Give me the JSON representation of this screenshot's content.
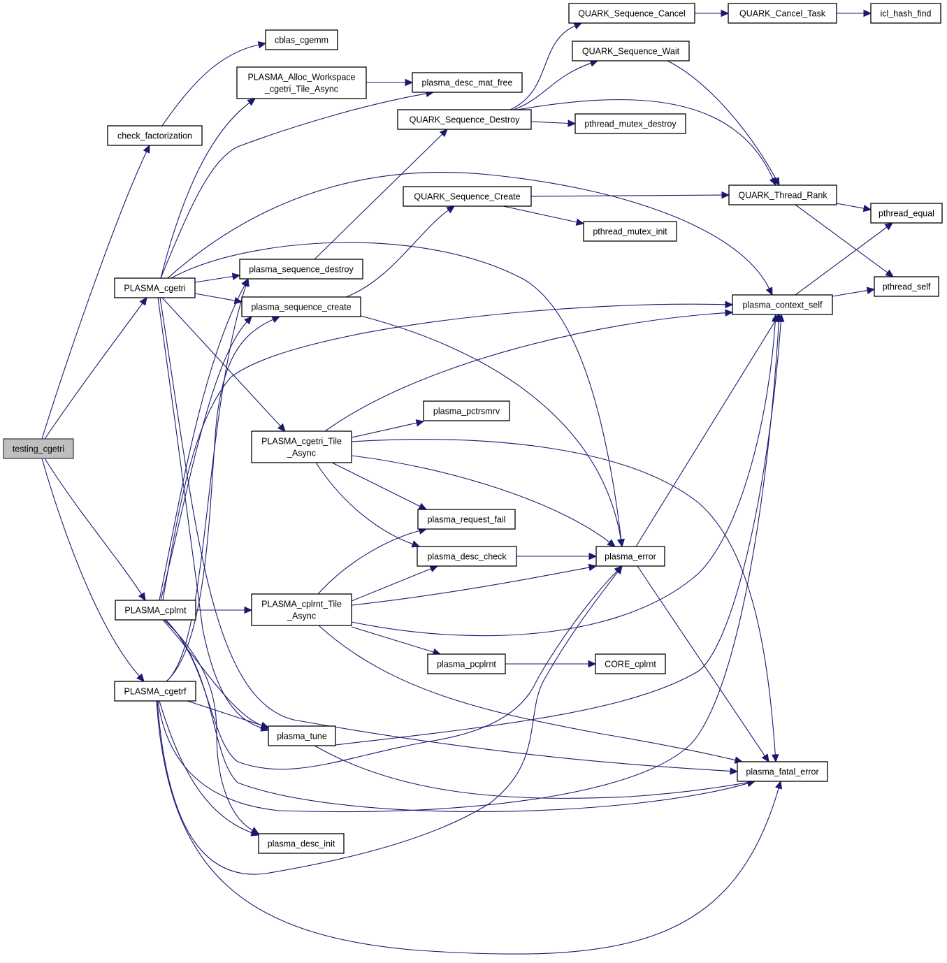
{
  "diagram": {
    "type": "call-graph",
    "root": "testing_cgetri",
    "colors": {
      "edge": "#191970",
      "root_fill": "#bfbfbf",
      "node_fill": "#ffffff",
      "node_border": "#000000"
    },
    "nodes": [
      {
        "id": "testing_cgetri",
        "lines": [
          "testing_cgetri"
        ],
        "root": true
      },
      {
        "id": "check_factorization",
        "lines": [
          "check_factorization"
        ]
      },
      {
        "id": "cblas_cgemm",
        "lines": [
          "cblas_cgemm"
        ]
      },
      {
        "id": "PLASMA_Alloc_Workspace_cgetri_Tile_Async",
        "lines": [
          "PLASMA_Alloc_Workspace",
          "_cgetri_Tile_Async"
        ]
      },
      {
        "id": "plasma_desc_mat_free",
        "lines": [
          "plasma_desc_mat_free"
        ]
      },
      {
        "id": "QUARK_Sequence_Cancel",
        "lines": [
          "QUARK_Sequence_Cancel"
        ]
      },
      {
        "id": "QUARK_Cancel_Task",
        "lines": [
          "QUARK_Cancel_Task"
        ]
      },
      {
        "id": "icl_hash_find",
        "lines": [
          "icl_hash_find"
        ]
      },
      {
        "id": "QUARK_Sequence_Wait",
        "lines": [
          "QUARK_Sequence_Wait"
        ]
      },
      {
        "id": "QUARK_Sequence_Destroy",
        "lines": [
          "QUARK_Sequence_Destroy"
        ]
      },
      {
        "id": "pthread_mutex_destroy",
        "lines": [
          "pthread_mutex_destroy"
        ]
      },
      {
        "id": "QUARK_Sequence_Create",
        "lines": [
          "QUARK_Sequence_Create"
        ]
      },
      {
        "id": "QUARK_Thread_Rank",
        "lines": [
          "QUARK_Thread_Rank"
        ]
      },
      {
        "id": "pthread_equal",
        "lines": [
          "pthread_equal"
        ]
      },
      {
        "id": "pthread_mutex_init",
        "lines": [
          "pthread_mutex_init"
        ]
      },
      {
        "id": "pthread_self",
        "lines": [
          "pthread_self"
        ]
      },
      {
        "id": "PLASMA_cgetri",
        "lines": [
          "PLASMA_cgetri"
        ]
      },
      {
        "id": "plasma_sequence_destroy",
        "lines": [
          "plasma_sequence_destroy"
        ]
      },
      {
        "id": "plasma_sequence_create",
        "lines": [
          "plasma_sequence_create"
        ]
      },
      {
        "id": "plasma_context_self",
        "lines": [
          "plasma_context_self"
        ]
      },
      {
        "id": "plasma_pctrsmrv",
        "lines": [
          "plasma_pctrsmrv"
        ]
      },
      {
        "id": "PLASMA_cgetri_Tile_Async",
        "lines": [
          "PLASMA_cgetri_Tile",
          "_Async"
        ]
      },
      {
        "id": "plasma_request_fail",
        "lines": [
          "plasma_request_fail"
        ]
      },
      {
        "id": "plasma_desc_check",
        "lines": [
          "plasma_desc_check"
        ]
      },
      {
        "id": "plasma_error",
        "lines": [
          "plasma_error"
        ]
      },
      {
        "id": "PLASMA_cplrnt",
        "lines": [
          "PLASMA_cplrnt"
        ]
      },
      {
        "id": "PLASMA_cplrnt_Tile_Async",
        "lines": [
          "PLASMA_cplrnt_Tile",
          "_Async"
        ]
      },
      {
        "id": "plasma_pcplrnt",
        "lines": [
          "plasma_pcplrnt"
        ]
      },
      {
        "id": "CORE_cplrnt",
        "lines": [
          "CORE_cplrnt"
        ]
      },
      {
        "id": "PLASMA_cgetrf",
        "lines": [
          "PLASMA_cgetrf"
        ]
      },
      {
        "id": "plasma_tune",
        "lines": [
          "plasma_tune"
        ]
      },
      {
        "id": "plasma_fatal_error",
        "lines": [
          "plasma_fatal_error"
        ]
      },
      {
        "id": "plasma_desc_init",
        "lines": [
          "plasma_desc_init"
        ]
      }
    ],
    "edges": [
      [
        "testing_cgetri",
        "check_factorization"
      ],
      [
        "testing_cgetri",
        "PLASMA_cgetri"
      ],
      [
        "testing_cgetri",
        "PLASMA_cplrnt"
      ],
      [
        "testing_cgetri",
        "PLASMA_cgetrf"
      ],
      [
        "check_factorization",
        "cblas_cgemm"
      ],
      [
        "PLASMA_Alloc_Workspace_cgetri_Tile_Async",
        "plasma_desc_mat_free"
      ],
      [
        "QUARK_Sequence_Cancel",
        "QUARK_Cancel_Task"
      ],
      [
        "QUARK_Cancel_Task",
        "icl_hash_find"
      ],
      [
        "QUARK_Sequence_Destroy",
        "QUARK_Sequence_Cancel"
      ],
      [
        "QUARK_Sequence_Destroy",
        "QUARK_Sequence_Wait"
      ],
      [
        "QUARK_Sequence_Destroy",
        "pthread_mutex_destroy"
      ],
      [
        "QUARK_Sequence_Destroy",
        "QUARK_Thread_Rank"
      ],
      [
        "QUARK_Sequence_Wait",
        "QUARK_Thread_Rank"
      ],
      [
        "QUARK_Sequence_Create",
        "QUARK_Thread_Rank"
      ],
      [
        "QUARK_Sequence_Create",
        "pthread_mutex_init"
      ],
      [
        "QUARK_Thread_Rank",
        "pthread_equal"
      ],
      [
        "QUARK_Thread_Rank",
        "pthread_self"
      ],
      [
        "plasma_context_self",
        "pthread_equal"
      ],
      [
        "plasma_context_self",
        "pthread_self"
      ],
      [
        "PLASMA_cgetri",
        "PLASMA_Alloc_Workspace_cgetri_Tile_Async"
      ],
      [
        "PLASMA_cgetri",
        "plasma_desc_mat_free"
      ],
      [
        "PLASMA_cgetri",
        "plasma_context_self"
      ],
      [
        "PLASMA_cgetri",
        "plasma_error"
      ],
      [
        "PLASMA_cgetri",
        "plasma_sequence_destroy"
      ],
      [
        "PLASMA_cgetri",
        "plasma_sequence_create"
      ],
      [
        "PLASMA_cgetri",
        "PLASMA_cgetri_Tile_Async"
      ],
      [
        "PLASMA_cgetri",
        "plasma_tune"
      ],
      [
        "PLASMA_cgetri",
        "plasma_fatal_error"
      ],
      [
        "plasma_sequence_destroy",
        "QUARK_Sequence_Destroy"
      ],
      [
        "plasma_sequence_create",
        "QUARK_Sequence_Create"
      ],
      [
        "plasma_sequence_create",
        "plasma_error"
      ],
      [
        "PLASMA_cgetri_Tile_Async",
        "plasma_context_self"
      ],
      [
        "PLASMA_cgetri_Tile_Async",
        "plasma_pctrsmrv"
      ],
      [
        "PLASMA_cgetri_Tile_Async",
        "plasma_fatal_error"
      ],
      [
        "PLASMA_cgetri_Tile_Async",
        "plasma_request_fail"
      ],
      [
        "PLASMA_cgetri_Tile_Async",
        "plasma_desc_check"
      ],
      [
        "PLASMA_cgetri_Tile_Async",
        "plasma_error"
      ],
      [
        "plasma_desc_check",
        "plasma_error"
      ],
      [
        "plasma_error",
        "plasma_context_self"
      ],
      [
        "plasma_error",
        "plasma_fatal_error"
      ],
      [
        "PLASMA_cplrnt",
        "PLASMA_cplrnt_Tile_Async"
      ],
      [
        "PLASMA_cplrnt",
        "plasma_sequence_destroy"
      ],
      [
        "PLASMA_cplrnt",
        "plasma_sequence_create"
      ],
      [
        "PLASMA_cplrnt",
        "plasma_context_self"
      ],
      [
        "PLASMA_cplrnt",
        "plasma_tune"
      ],
      [
        "PLASMA_cplrnt",
        "plasma_desc_init"
      ],
      [
        "PLASMA_cplrnt",
        "plasma_error"
      ],
      [
        "PLASMA_cplrnt",
        "plasma_fatal_error"
      ],
      [
        "PLASMA_cplrnt_Tile_Async",
        "plasma_request_fail"
      ],
      [
        "PLASMA_cplrnt_Tile_Async",
        "plasma_desc_check"
      ],
      [
        "PLASMA_cplrnt_Tile_Async",
        "plasma_error"
      ],
      [
        "PLASMA_cplrnt_Tile_Async",
        "plasma_context_self"
      ],
      [
        "PLASMA_cplrnt_Tile_Async",
        "plasma_pcplrnt"
      ],
      [
        "PLASMA_cplrnt_Tile_Async",
        "plasma_fatal_error"
      ],
      [
        "plasma_pcplrnt",
        "CORE_cplrnt"
      ],
      [
        "PLASMA_cgetrf",
        "plasma_sequence_destroy"
      ],
      [
        "PLASMA_cgetrf",
        "plasma_sequence_create"
      ],
      [
        "PLASMA_cgetrf",
        "plasma_tune"
      ],
      [
        "PLASMA_cgetrf",
        "plasma_desc_init"
      ],
      [
        "PLASMA_cgetrf",
        "plasma_error"
      ],
      [
        "PLASMA_cgetrf",
        "plasma_context_self"
      ],
      [
        "PLASMA_cgetrf",
        "plasma_fatal_error"
      ],
      [
        "plasma_tune",
        "plasma_context_self"
      ],
      [
        "plasma_tune",
        "plasma_fatal_error"
      ]
    ]
  }
}
